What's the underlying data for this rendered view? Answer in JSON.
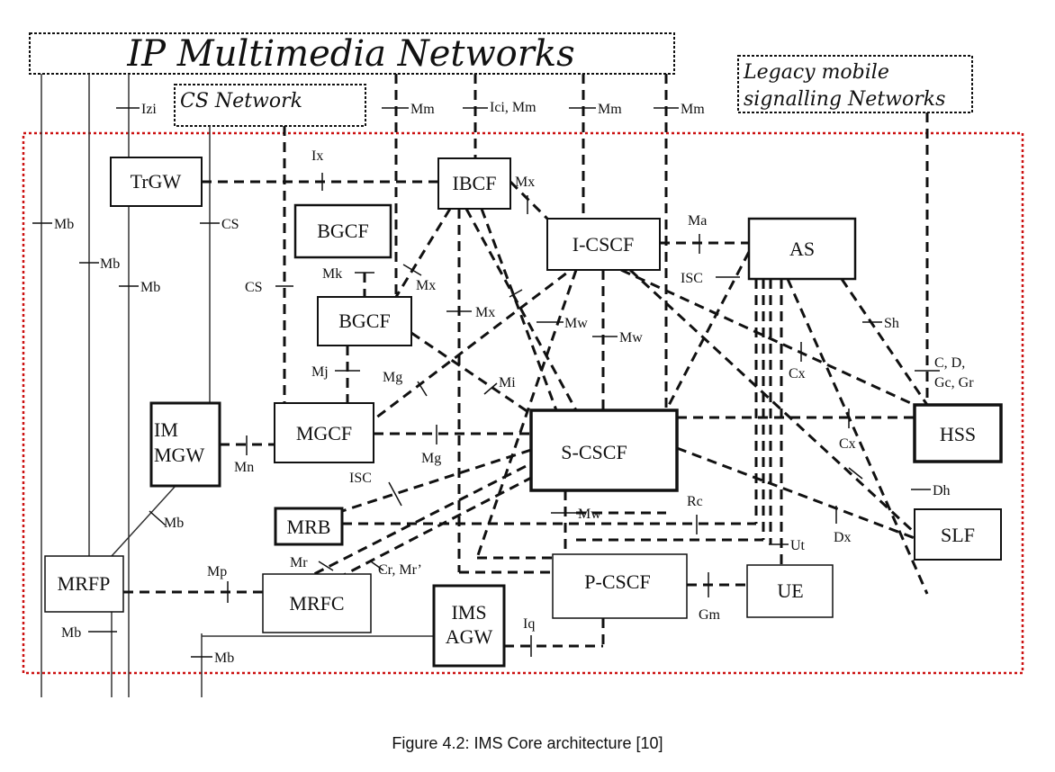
{
  "headers": {
    "ip_networks": "IP Multimedia Networks",
    "cs_network": "CS Network",
    "legacy_line1": "Legacy mobile",
    "legacy_line2": "signalling Networks"
  },
  "nodes": {
    "trgw": "TrGW",
    "ibcf": "IBCF",
    "bgcf_top": "BGCF",
    "bgcf_mid": "BGCF",
    "icscf": "I-CSCF",
    "as": "AS",
    "im_mgw_line1": "IM",
    "im_mgw_line2": "MGW",
    "mgcf": "MGCF",
    "scscf": "S-CSCF",
    "hss": "HSS",
    "mrb": "MRB",
    "slf": "SLF",
    "mrfp": "MRFP",
    "mrfc": "MRFC",
    "pcscf": "P-CSCF",
    "ue": "UE",
    "ims_agw_line1": "IMS",
    "ims_agw_line2": "AGW"
  },
  "labels": {
    "izi": "Izi",
    "mm1": "Mm",
    "ici_mm": "Ici, Mm",
    "mm2": "Mm",
    "mm3": "Mm",
    "ix": "Ix",
    "mx1": "Mx",
    "mb1": "Mb",
    "cs1": "CS",
    "mb2": "Mb",
    "mb3": "Mb",
    "cs2": "CS",
    "mk": "Mk",
    "mx2": "Mx",
    "mx3": "Mx",
    "ma": "Ma",
    "isc1": "ISC",
    "mw1": "Mw",
    "mw2": "Mw",
    "sh": "Sh",
    "cx1": "Cx",
    "cdgcgr_line1": "C, D,",
    "cdgcgr_line2": "Gc, Gr",
    "mj": "Mj",
    "mg1": "Mg",
    "mi": "Mi",
    "mn": "Mn",
    "mg2": "Mg",
    "cx2": "Cx",
    "isc2": "ISC",
    "dh": "Dh",
    "mb4": "Mb",
    "mw3": "Mw",
    "rc": "Rc",
    "dx": "Dx",
    "mr": "Mr",
    "cr_mr": "Cr, Mr’",
    "ut": "Ut",
    "mp": "Mp",
    "iq": "Iq",
    "gm": "Gm",
    "mb5": "Mb",
    "mb6": "Mb"
  },
  "caption": "Figure 4.2: IMS Core architecture [10]",
  "colors": {
    "domain_border": "#cc1111",
    "line": "#111111"
  }
}
